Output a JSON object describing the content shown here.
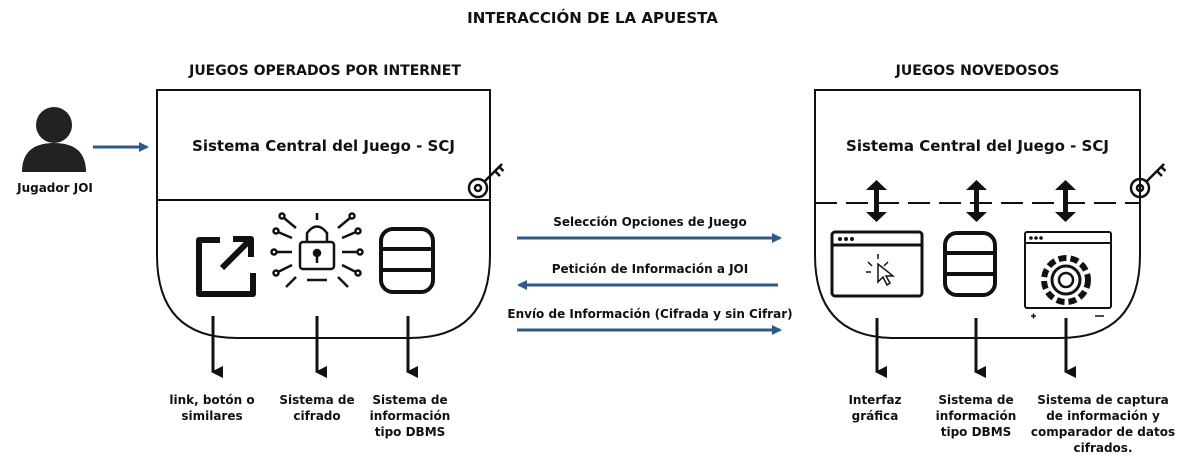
{
  "title": "INTERACCIÓN DE LA APUESTA",
  "left": {
    "heading": "JUEGOS OPERADOS POR INTERNET",
    "system": "Sistema Central del Juego - SCJ",
    "actor": "Jugador JOI",
    "components": [
      "link, botón o similares",
      "Sistema de cifrado",
      "Sistema de información tipo DBMS"
    ]
  },
  "right": {
    "heading": "JUEGOS NOVEDOSOS",
    "system": "Sistema Central del Juego - SCJ",
    "components": [
      "Interfaz gráfica",
      "Sistema de información tipo DBMS",
      "Sistema de captura de información y comparador de datos cifrados."
    ]
  },
  "flows": [
    "Selección Opciones de Juego",
    "Petición de Información a JOI",
    "Envío de Información (Cifrada y sin Cifrar)"
  ],
  "colors": {
    "arrow_blue": "#2f5a85",
    "ink": "#111111"
  }
}
